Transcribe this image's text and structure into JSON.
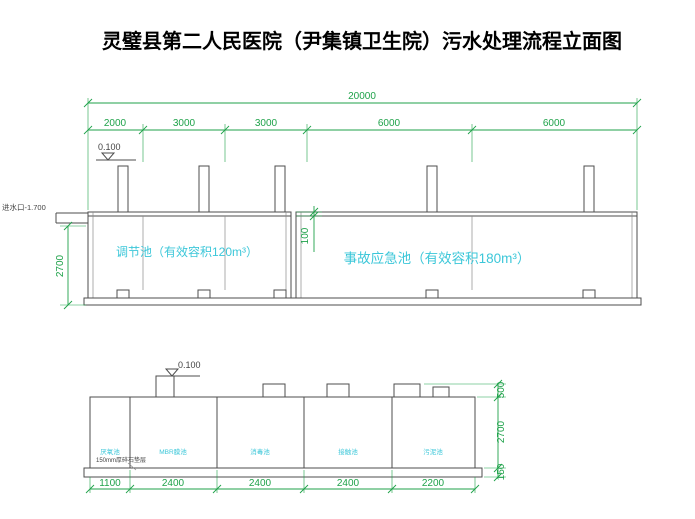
{
  "title": "灵璧县第二人民医院（尹集镇卫生院）污水处理流程立面图",
  "colors": {
    "dimension_green": "#1fa24a",
    "label_cyan": "#3cc7d9",
    "line_gray": "#4d4d4d",
    "background": "#ffffff"
  },
  "upper_drawing": {
    "total_dim": "20000",
    "segment_dims": [
      "2000",
      "3000",
      "3000",
      "6000",
      "6000"
    ],
    "elevation_mark": "0.100",
    "inlet_label": "进水口-1.700",
    "depth_dim": "2700",
    "slab_dim": "100",
    "tank1_label": "调节池（有效容积120m³）",
    "tank2_label": "事故应急池（有效容积180m³）"
  },
  "lower_drawing": {
    "elevation_mark": "0.100",
    "cell_labels": [
      "厌氧池",
      "MBR膜池",
      "消毒池",
      "接触池",
      "污泥池"
    ],
    "bottom_dims": [
      "1100",
      "2400",
      "2400",
      "2400",
      "2200"
    ],
    "height_dims": [
      "500",
      "2700",
      "150"
    ],
    "base_note": "150mm厚碎石垫层"
  }
}
